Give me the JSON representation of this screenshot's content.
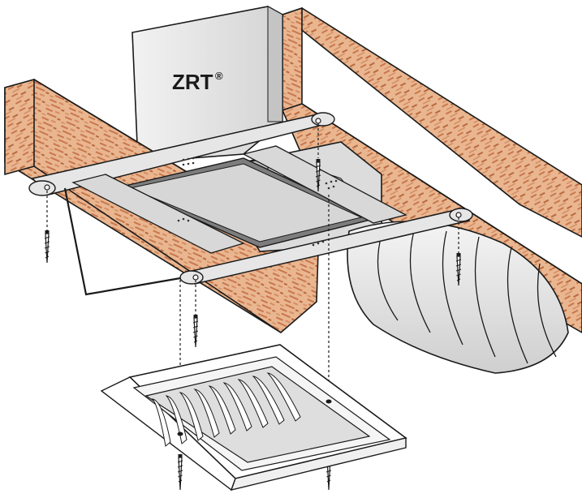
{
  "diagram": {
    "brand_label": "ZRT",
    "brand_mark": "®",
    "colors": {
      "wood": "#e9b690",
      "wood_grain": "#c9774d",
      "metal_light": "#e8e8e8",
      "metal_mid": "#cfcfcf",
      "metal_dark": "#8f8f8f",
      "outline": "#1a1a1a"
    },
    "icons": [
      "joist",
      "duct-box",
      "mounting-bracket",
      "screw",
      "flex-duct",
      "ceiling-grille"
    ]
  }
}
